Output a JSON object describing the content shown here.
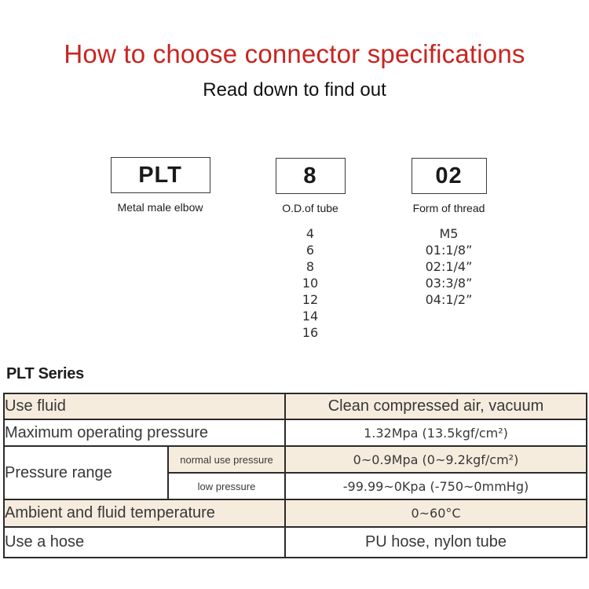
{
  "header": {
    "title": "How to choose connector specifications",
    "subtitle": "Read down to find out"
  },
  "part_number": {
    "segments": [
      {
        "code": "PLT",
        "label": "Metal male elbow",
        "options": []
      },
      {
        "code": "8",
        "label": "O.D.of tube",
        "options": [
          "4",
          "6",
          "8",
          "10",
          "12",
          "14",
          "16"
        ]
      },
      {
        "code": "02",
        "label": "Form of thread",
        "options": [
          "M5",
          "01:1/8”",
          "02:1/4”",
          "03:3/8”",
          "04:1/2”"
        ]
      }
    ]
  },
  "series": {
    "heading": "PLT Series"
  },
  "spec_table": {
    "row_use_fluid": {
      "label": "Use fluid",
      "value": "Clean compressed air, vacuum"
    },
    "row_max_pressure": {
      "label": "Maximum operating pressure",
      "value": "1.32Mpa (13.5kgf/cm²)"
    },
    "row_pressure_range": {
      "label": "Pressure range",
      "subrows": [
        {
          "label": "normal use pressure",
          "value": "0~0.9Mpa (0~9.2kgf/cm²)"
        },
        {
          "label": "low pressure",
          "value": "-99.99~0Kpa (-750~0mmHg)"
        }
      ]
    },
    "row_temperature": {
      "label": "Ambient and fluid temperature",
      "value": "0~60°C"
    },
    "row_hose": {
      "label": "Use a hose",
      "value": "PU hose, nylon tube"
    }
  },
  "colors": {
    "accent_red": "#c9241f",
    "shaded_row_bg": "#f6ecde",
    "table_border": "#2b2b2b"
  }
}
